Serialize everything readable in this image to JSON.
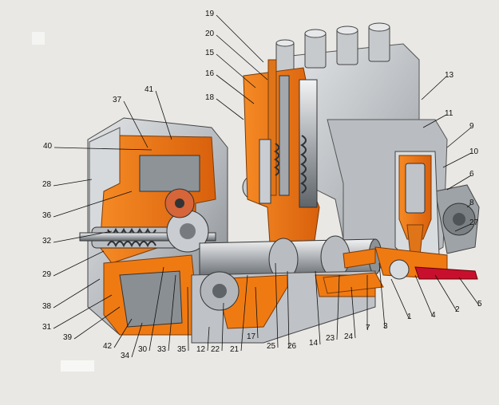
{
  "diagram": {
    "palette": {
      "paper": "#e9e8e4",
      "metal_light": "#cfd1d3",
      "metal_mid": "#a9adb1",
      "metal_dark": "#6f7478",
      "cutaway": "#f07a12",
      "cutaway_dark": "#c9580a",
      "accent_red": "#c8102e",
      "leader": "#111111"
    },
    "labels": [
      "19",
      "20",
      "15",
      "16",
      "18",
      "13",
      "11",
      "9",
      "10",
      "6",
      "8",
      "27",
      "37",
      "41",
      "40",
      "28",
      "36",
      "32",
      "29",
      "38",
      "31",
      "39",
      "42",
      "34",
      "30",
      "33",
      "35",
      "12",
      "22",
      "21",
      "17",
      "25",
      "26",
      "14",
      "23",
      "24",
      "7",
      "3",
      "1",
      "4",
      "2",
      "5"
    ]
  }
}
